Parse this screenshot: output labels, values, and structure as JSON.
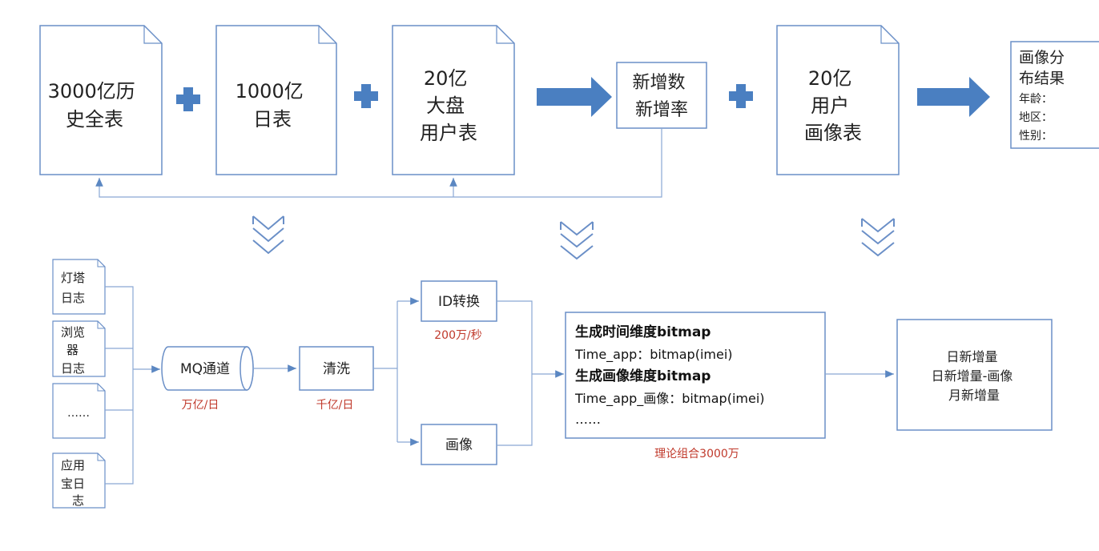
{
  "top_docs": [
    {
      "lines": [
        "3000亿历",
        "史全表"
      ]
    },
    {
      "lines": [
        "1000亿",
        "日表"
      ]
    },
    {
      "lines": [
        "20亿",
        "大盘",
        "用户表"
      ]
    },
    {
      "lines": [
        "20亿",
        "用户",
        "画像表"
      ]
    }
  ],
  "metric_box": {
    "lines": [
      "新增数",
      "新增率"
    ]
  },
  "result_box": {
    "title_lines": [
      "画像分",
      "布结果"
    ],
    "fields": [
      "年龄：",
      "地区：",
      "性别："
    ]
  },
  "log_sources": [
    {
      "lines": [
        "灯塔",
        "日志"
      ]
    },
    {
      "lines": [
        "浏览",
        "器",
        "日志"
      ]
    },
    {
      "lines": [
        "……"
      ]
    },
    {
      "lines": [
        "应用",
        "宝日",
        "志"
      ]
    }
  ],
  "mq": {
    "label": "MQ通道",
    "rate": "万亿/日"
  },
  "clean": {
    "label": "清洗",
    "rate": "千亿/日"
  },
  "id_convert": {
    "label": "ID转换",
    "rate": "200万/秒"
  },
  "portrait": {
    "label": "画像"
  },
  "bitmap_box": {
    "line1": "生成时间维度bitmap",
    "line2": "Time_app：bitmap(imei)",
    "line3": "生成画像维度bitmap",
    "line4": "Time_app_画像：bitmap(imei)",
    "line5": "……",
    "caption": "理论组合3000万"
  },
  "output_box": {
    "lines": [
      "日新增量",
      "日新增量-画像",
      "月新增量"
    ]
  },
  "colors": {
    "arrow_blue": "#4a7fc1",
    "outline": "#5b87c2",
    "red": "#c0392b"
  }
}
